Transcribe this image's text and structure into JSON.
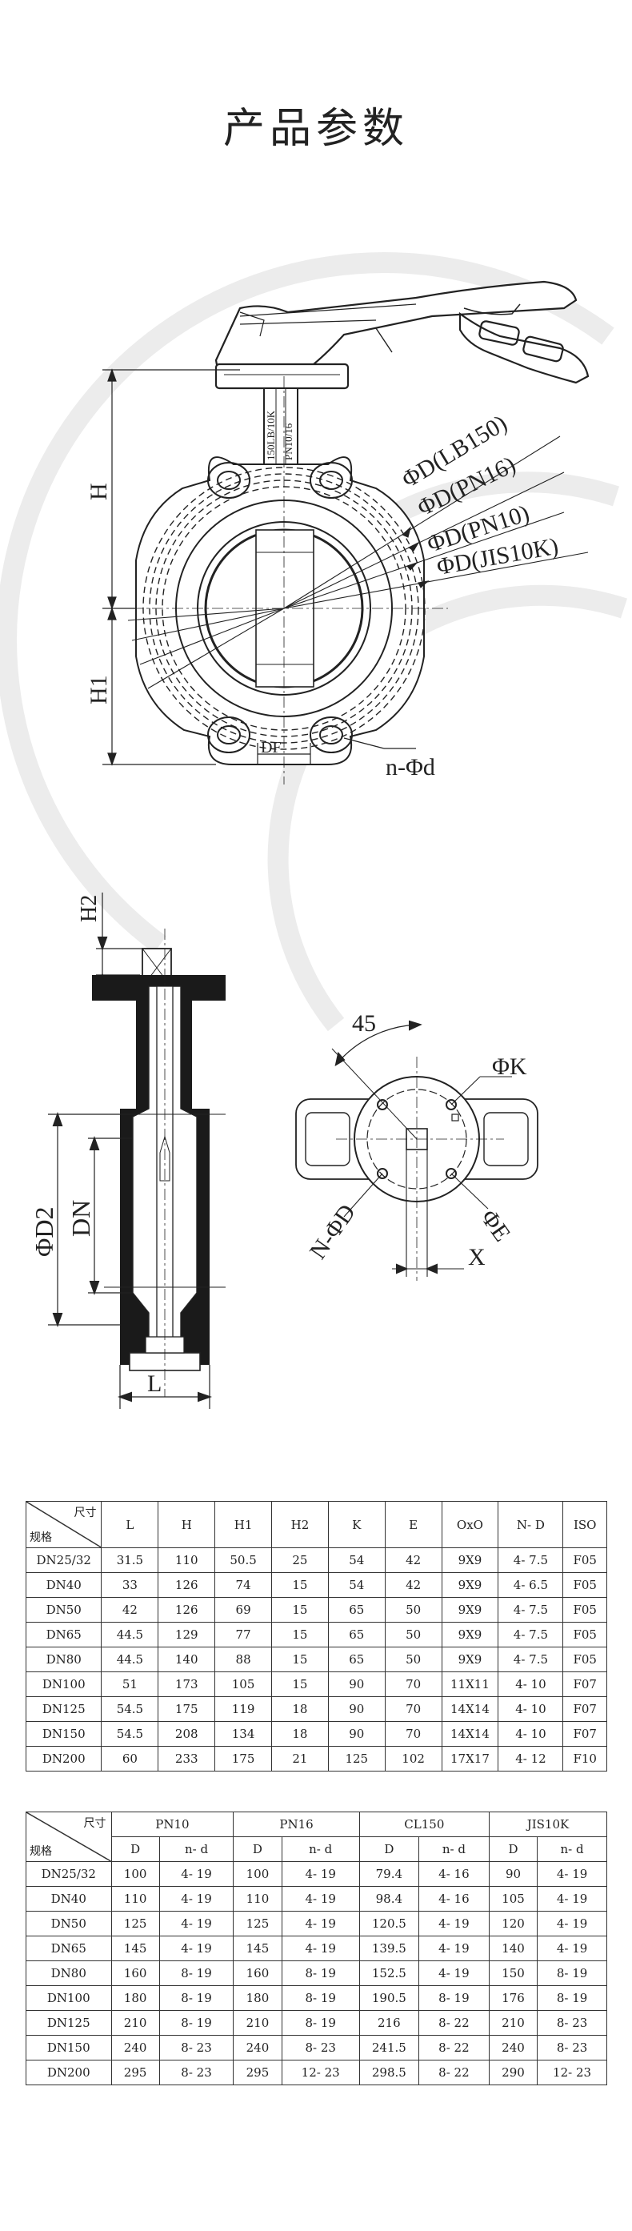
{
  "title": "产品参数",
  "drawing": {
    "top_view": {
      "pressure_labels": [
        "ΦD(LB150)",
        "ΦD(PN16)",
        "ΦD(PN10)",
        "ΦD(JIS10K)"
      ],
      "stem_marking": [
        "150LB/10K",
        "PN10/16"
      ],
      "dim_H": "H",
      "dim_H1": "H1",
      "dim_DF": "DF",
      "dim_holes": "n-Φd"
    },
    "side_view": {
      "dim_H2": "H2",
      "dim_D2": "ΦD2",
      "dim_DN": "DN",
      "dim_L": "L"
    },
    "flange_view": {
      "dim_45": "45",
      "dim_K": "ΦK",
      "dim_ND": "N-ΦD",
      "dim_E": "ΦE",
      "dim_X": "X"
    }
  },
  "table1": {
    "corner_top": "尺寸",
    "corner_bottom": "规格",
    "headers": [
      "L",
      "H",
      "H1",
      "H2",
      "K",
      "E",
      "OxO",
      "N- D",
      "ISO"
    ],
    "rows": [
      [
        "DN25/32",
        "31.5",
        "110",
        "50.5",
        "25",
        "54",
        "42",
        "9X9",
        "4- 7.5",
        "F05"
      ],
      [
        "DN40",
        "33",
        "126",
        "74",
        "15",
        "54",
        "42",
        "9X9",
        "4- 6.5",
        "F05"
      ],
      [
        "DN50",
        "42",
        "126",
        "69",
        "15",
        "65",
        "50",
        "9X9",
        "4- 7.5",
        "F05"
      ],
      [
        "DN65",
        "44.5",
        "129",
        "77",
        "15",
        "65",
        "50",
        "9X9",
        "4- 7.5",
        "F05"
      ],
      [
        "DN80",
        "44.5",
        "140",
        "88",
        "15",
        "65",
        "50",
        "9X9",
        "4- 7.5",
        "F05"
      ],
      [
        "DN100",
        "51",
        "173",
        "105",
        "15",
        "90",
        "70",
        "11X11",
        "4- 10",
        "F07"
      ],
      [
        "DN125",
        "54.5",
        "175",
        "119",
        "18",
        "90",
        "70",
        "14X14",
        "4- 10",
        "F07"
      ],
      [
        "DN150",
        "54.5",
        "208",
        "134",
        "18",
        "90",
        "70",
        "14X14",
        "4- 10",
        "F07"
      ],
      [
        "DN200",
        "60",
        "233",
        "175",
        "21",
        "125",
        "102",
        "17X17",
        "4- 12",
        "F10"
      ]
    ]
  },
  "table2": {
    "corner_top": "尺寸",
    "corner_bottom": "规格",
    "groups": [
      "PN10",
      "PN16",
      "CL150",
      "JIS10K"
    ],
    "subheaders": [
      "D",
      "n- d",
      "D",
      "n- d",
      "D",
      "n- d",
      "D",
      "n- d"
    ],
    "rows": [
      [
        "DN25/32",
        "100",
        "4- 19",
        "100",
        "4- 19",
        "79.4",
        "4- 16",
        "90",
        "4- 19"
      ],
      [
        "DN40",
        "110",
        "4- 19",
        "110",
        "4- 19",
        "98.4",
        "4- 16",
        "105",
        "4- 19"
      ],
      [
        "DN50",
        "125",
        "4- 19",
        "125",
        "4- 19",
        "120.5",
        "4- 19",
        "120",
        "4- 19"
      ],
      [
        "DN65",
        "145",
        "4- 19",
        "145",
        "4- 19",
        "139.5",
        "4- 19",
        "140",
        "4- 19"
      ],
      [
        "DN80",
        "160",
        "8- 19",
        "160",
        "8- 19",
        "152.5",
        "4- 19",
        "150",
        "8- 19"
      ],
      [
        "DN100",
        "180",
        "8- 19",
        "180",
        "8- 19",
        "190.5",
        "8- 19",
        "176",
        "8- 19"
      ],
      [
        "DN125",
        "210",
        "8- 19",
        "210",
        "8- 19",
        "216",
        "8- 22",
        "210",
        "8- 23"
      ],
      [
        "DN150",
        "240",
        "8- 23",
        "240",
        "8- 23",
        "241.5",
        "8- 22",
        "240",
        "8- 23"
      ],
      [
        "DN200",
        "295",
        "8- 23",
        "295",
        "12- 23",
        "298.5",
        "8- 22",
        "290",
        "12- 23"
      ]
    ]
  }
}
